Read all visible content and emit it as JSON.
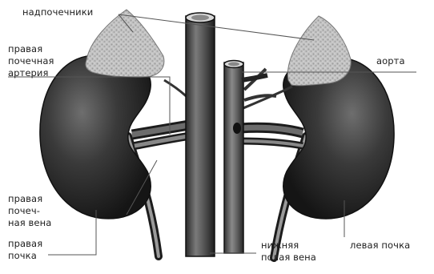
{
  "labels": {
    "adrenal": "надпочечники",
    "aorta": "аорта",
    "right_artery": [
      "правая",
      "почечная",
      "артерия"
    ],
    "right_vein": [
      "правая",
      "почеч-",
      "ная вена"
    ],
    "right_kidney": [
      "правая",
      "почка"
    ],
    "ivc": [
      "нижняя",
      "полая вена"
    ],
    "left_kidney": "левая почка"
  },
  "colors": {
    "kidney": "#2b2b2b",
    "adrenal": "#b9b9b9",
    "vessel": "#3a3a3a",
    "leader_line": "#555555"
  }
}
